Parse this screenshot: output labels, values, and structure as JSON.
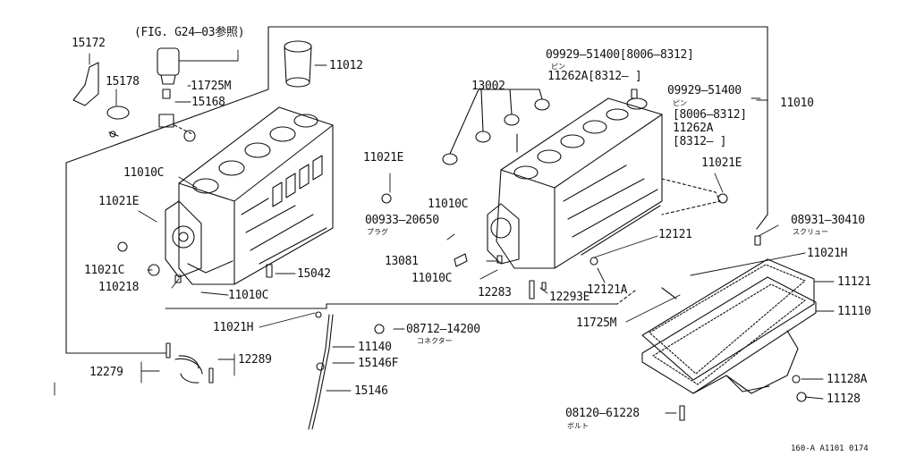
{
  "figure_reference": "(FIG. G24—03参照)",
  "drawing_id": "160-A A1101 0174",
  "parts": [
    {
      "id": "p15172",
      "label": "15172"
    },
    {
      "id": "p15178",
      "label": "15178"
    },
    {
      "id": "p11725M_a",
      "label": "11725M"
    },
    {
      "id": "p15168",
      "label": "15168"
    },
    {
      "id": "p11012",
      "label": "11012"
    },
    {
      "id": "p11010C_a",
      "label": "11010C"
    },
    {
      "id": "p11021E_a",
      "label": "11021E"
    },
    {
      "id": "p11021C",
      "label": "11021C"
    },
    {
      "id": "p11021B",
      "label": "110218"
    },
    {
      "id": "p11010C_b",
      "label": "11010C"
    },
    {
      "id": "p15042",
      "label": "15042"
    },
    {
      "id": "p11021E_b",
      "label": "11021E"
    },
    {
      "id": "p11010C_c",
      "label": "11010C"
    },
    {
      "id": "p00933",
      "label": "00933—20650"
    },
    {
      "id": "p13081",
      "label": "13081"
    },
    {
      "id": "p11010C_d",
      "label": "11010C"
    },
    {
      "id": "p13002",
      "label": "13002"
    },
    {
      "id": "p09929_a",
      "label": "09929—51400[8006—8312]"
    },
    {
      "id": "p11262A_a",
      "label": "11262A[8312—    ]"
    },
    {
      "id": "p09929_b",
      "label": "09929—51400"
    },
    {
      "id": "p8006",
      "label": "[8006—8312]"
    },
    {
      "id": "p11262A_b",
      "label": "11262A"
    },
    {
      "id": "p8312",
      "label": "[8312—    ]"
    },
    {
      "id": "p11010",
      "label": "11010"
    },
    {
      "id": "p11021E_c",
      "label": "11021E"
    },
    {
      "id": "p08931",
      "label": "08931—30410"
    },
    {
      "id": "p11021H_a",
      "label": "11021H"
    },
    {
      "id": "p12121",
      "label": "12121"
    },
    {
      "id": "p12121A",
      "label": "12121A"
    },
    {
      "id": "p12283",
      "label": "12283"
    },
    {
      "id": "p12293E",
      "label": "12293E"
    },
    {
      "id": "p11121",
      "label": "11121"
    },
    {
      "id": "p11110",
      "label": "11110"
    },
    {
      "id": "p11725M_b",
      "label": "11725M"
    },
    {
      "id": "p11021H_b",
      "label": "11021H"
    },
    {
      "id": "p08712",
      "label": "08712—14200"
    },
    {
      "id": "p11140",
      "label": "11140"
    },
    {
      "id": "p15146F",
      "label": "15146F"
    },
    {
      "id": "p15146",
      "label": "15146"
    },
    {
      "id": "p12279",
      "label": "12279"
    },
    {
      "id": "p12289",
      "label": "12289"
    },
    {
      "id": "p11128A",
      "label": "11128A"
    },
    {
      "id": "p11128",
      "label": "11128"
    },
    {
      "id": "p08120",
      "label": "08120—61228"
    }
  ],
  "notes": [
    {
      "id": "n_plug",
      "label": "プラグ"
    },
    {
      "id": "n_pin_a",
      "label": "ピン"
    },
    {
      "id": "n_pin_b",
      "label": "ピン"
    },
    {
      "id": "n_screw",
      "label": "スクリュー"
    },
    {
      "id": "n_connector",
      "label": "コネクター"
    },
    {
      "id": "n_bolt",
      "label": "ボルト"
    }
  ]
}
